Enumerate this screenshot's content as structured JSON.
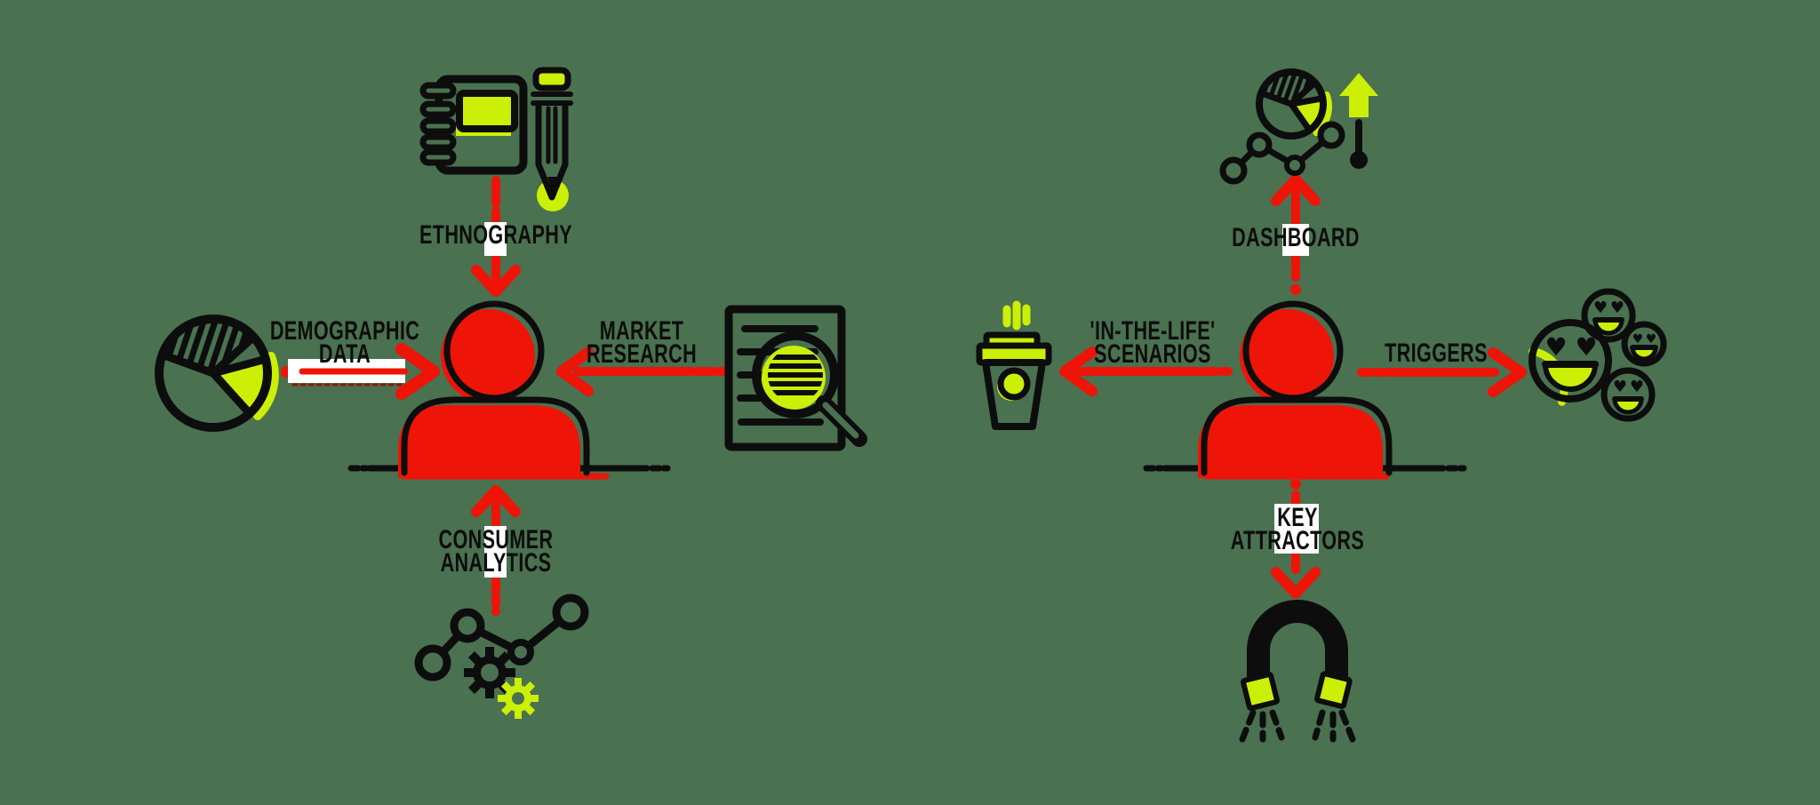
{
  "title": "consumer research and engagement diagram",
  "colors": {
    "background": "#4A7150",
    "red": "#EE1408",
    "yellow": "#CBEF06",
    "black": "#0D0D0D",
    "white": "#FFFFFF",
    "dark_red": "#8B1A05"
  },
  "left_group": {
    "person": "consumer-figure",
    "top": {
      "label_lines": [
        "ETHNOGRAPHY"
      ],
      "icon": "notebook-and-pencil-icon",
      "arrow": "in-from-top"
    },
    "left": {
      "label_lines": [
        "DEMOGRAPHIC",
        "DATA"
      ],
      "icon": "pie-chart-icon",
      "arrow": "in-from-left"
    },
    "right": {
      "label_lines": [
        "MARKET",
        "RESEARCH"
      ],
      "icon": "document-magnifier-icon",
      "arrow": "in-from-right"
    },
    "bottom": {
      "label_lines": [
        "CONSUMER",
        "ANALYTICS"
      ],
      "icon": "line-graph-and-gears-icon",
      "arrow": "in-from-bottom"
    }
  },
  "right_group": {
    "person": "consumer-figure",
    "top": {
      "label_lines": [
        "DASHBOARD"
      ],
      "icon": "dashboard-chart-icon",
      "arrow": "out-to-top"
    },
    "left": {
      "label_lines": [
        "'IN-THE-LIFE'",
        "SCENARIOS"
      ],
      "icon": "coffee-cup-icon",
      "arrow": "out-to-left"
    },
    "right": {
      "label_lines": [
        "TRIGGERS"
      ],
      "icon": "emoji-faces-icon",
      "arrow": "out-to-right"
    },
    "bottom": {
      "label_lines": [
        "KEY",
        "ATTRACTORS"
      ],
      "icon": "magnet-icon",
      "arrow": "out-to-bottom"
    }
  }
}
